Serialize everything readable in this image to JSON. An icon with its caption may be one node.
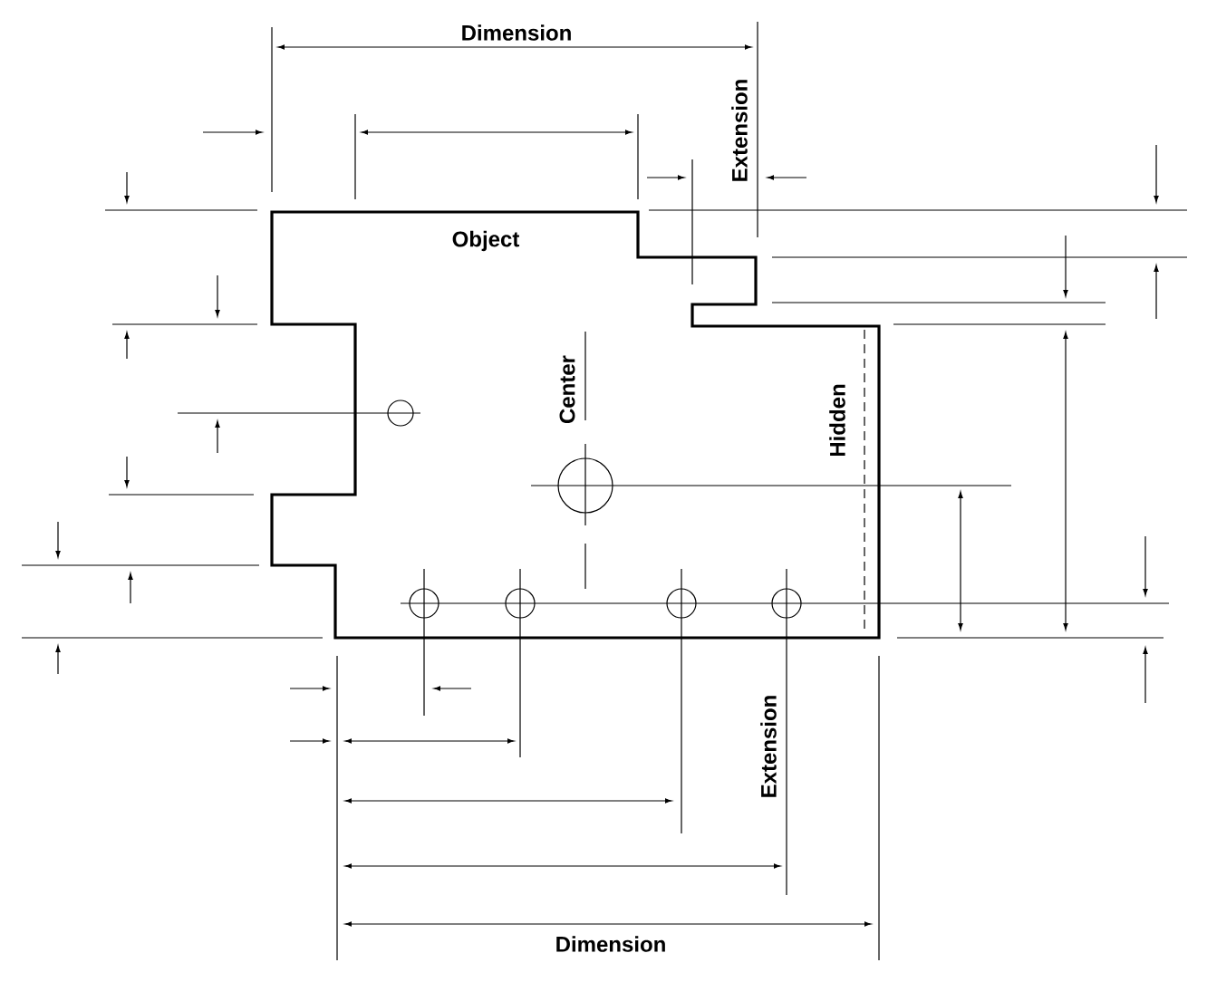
{
  "diagram": {
    "labels": [
      "Dimension",
      "Extension",
      "Object",
      "Center",
      "Hidden",
      "Extension",
      "Dimension"
    ]
  }
}
